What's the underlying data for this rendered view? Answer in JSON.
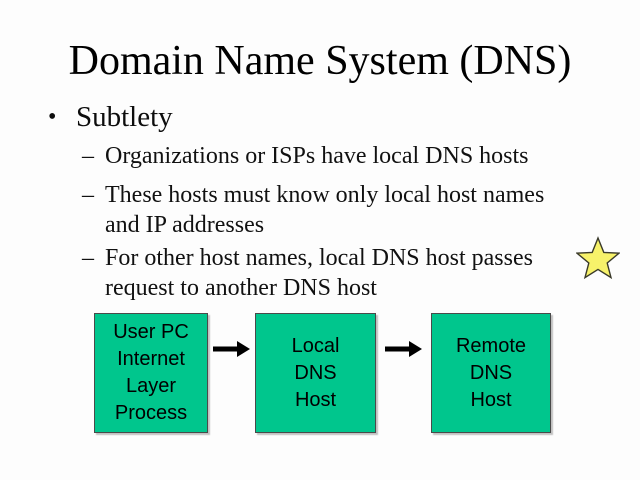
{
  "slide": {
    "title": "Domain Name System (DNS)",
    "background_color": "#fdfdfd",
    "text_color": "#000000"
  },
  "bullets": {
    "level1": {
      "marker": "•",
      "text": "Subtlety"
    },
    "level2": [
      {
        "marker": "–",
        "text": "Organizations or ISPs have local DNS hosts"
      },
      {
        "marker": "–",
        "text": "These hosts must know only local host names and IP addresses"
      },
      {
        "marker": "–",
        "text": "For other host names, local DNS host passes request to another DNS host"
      }
    ]
  },
  "star": {
    "name": "star-callout",
    "fill_color": "#f7f26a",
    "stroke_color": "#3a3a2a"
  },
  "diagram": {
    "box_fill_color": "#00c68d",
    "box_border_color": "#4a4a4a",
    "arrow_color": "#000000",
    "boxes": [
      {
        "id": "user-pc",
        "lines": [
          "User PC",
          "Internet",
          "Layer",
          "Process"
        ]
      },
      {
        "id": "local-dns",
        "lines": [
          "Local",
          "DNS",
          "Host"
        ]
      },
      {
        "id": "remote-dns",
        "lines": [
          "Remote",
          "DNS",
          "Host"
        ]
      }
    ],
    "arrows": [
      {
        "id": "arrow-user-to-local"
      },
      {
        "id": "arrow-local-to-remote"
      }
    ]
  }
}
